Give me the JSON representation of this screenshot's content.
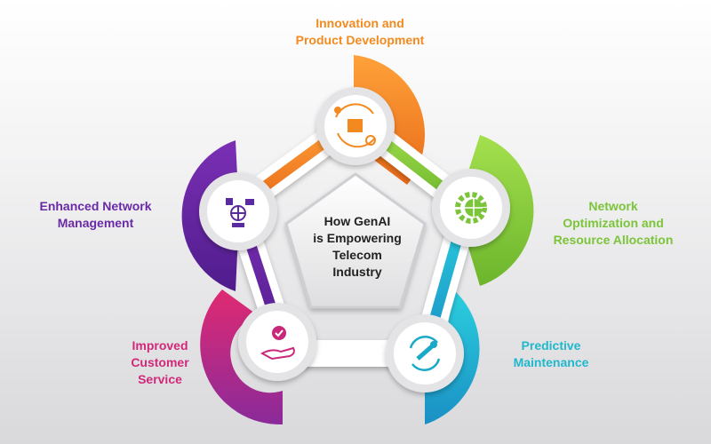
{
  "center": {
    "lines": [
      "How GenAI",
      "is Empowering",
      "Telecom",
      "Industry"
    ]
  },
  "items": [
    {
      "id": "innovation",
      "lines": [
        "Innovation and",
        "Product Development"
      ],
      "color": "#f28a1f",
      "dark": "#e2661a",
      "icon": "product-box-gear-icon"
    },
    {
      "id": "network-optimization",
      "lines": [
        "Network",
        "Optimization and",
        "Resource Allocation"
      ],
      "color": "#8cd13e",
      "dark": "#6cb52c",
      "icon": "gear-globe-icon"
    },
    {
      "id": "predictive-maintenance",
      "lines": [
        "Predictive",
        "Maintenance"
      ],
      "color": "#27c3d6",
      "dark": "#1a9fc0",
      "icon": "wrench-refresh-icon"
    },
    {
      "id": "customer-service",
      "lines": [
        "Improved",
        "Customer",
        "Service"
      ],
      "color": "#d2287a",
      "dark": "#8a2a9a",
      "icon": "hand-award-icon"
    },
    {
      "id": "network-management",
      "lines": [
        "Enhanced Network",
        "Management"
      ],
      "color": "#6a2aa6",
      "dark": "#5a1f96",
      "icon": "network-devices-icon"
    }
  ]
}
